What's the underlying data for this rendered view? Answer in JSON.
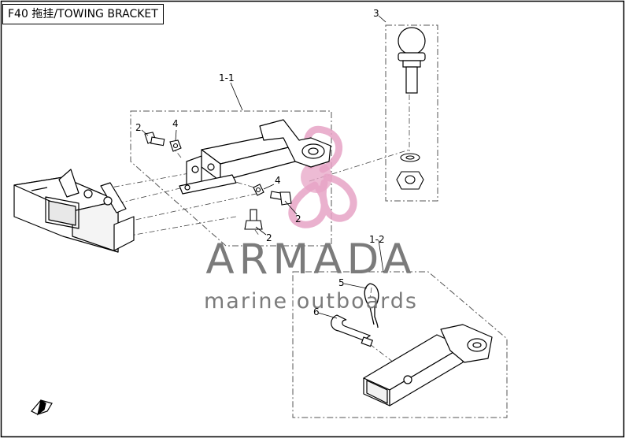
{
  "header": {
    "title": "F40 拖挂/TOWING BRACKET"
  },
  "watermark": {
    "brand": "ARMADA",
    "tagline": "marine outboards",
    "logo_color": "#e7a4c6",
    "text_color": "#7b7b7b"
  },
  "callouts": {
    "group_1_1": "1-1",
    "group_1_2": "1-2",
    "part_2_a": "2",
    "part_4_a": "4",
    "part_4_b": "4",
    "part_2_b": "2",
    "part_2_c": "2",
    "part_3": "3",
    "part_5": "5",
    "part_6": "6"
  }
}
